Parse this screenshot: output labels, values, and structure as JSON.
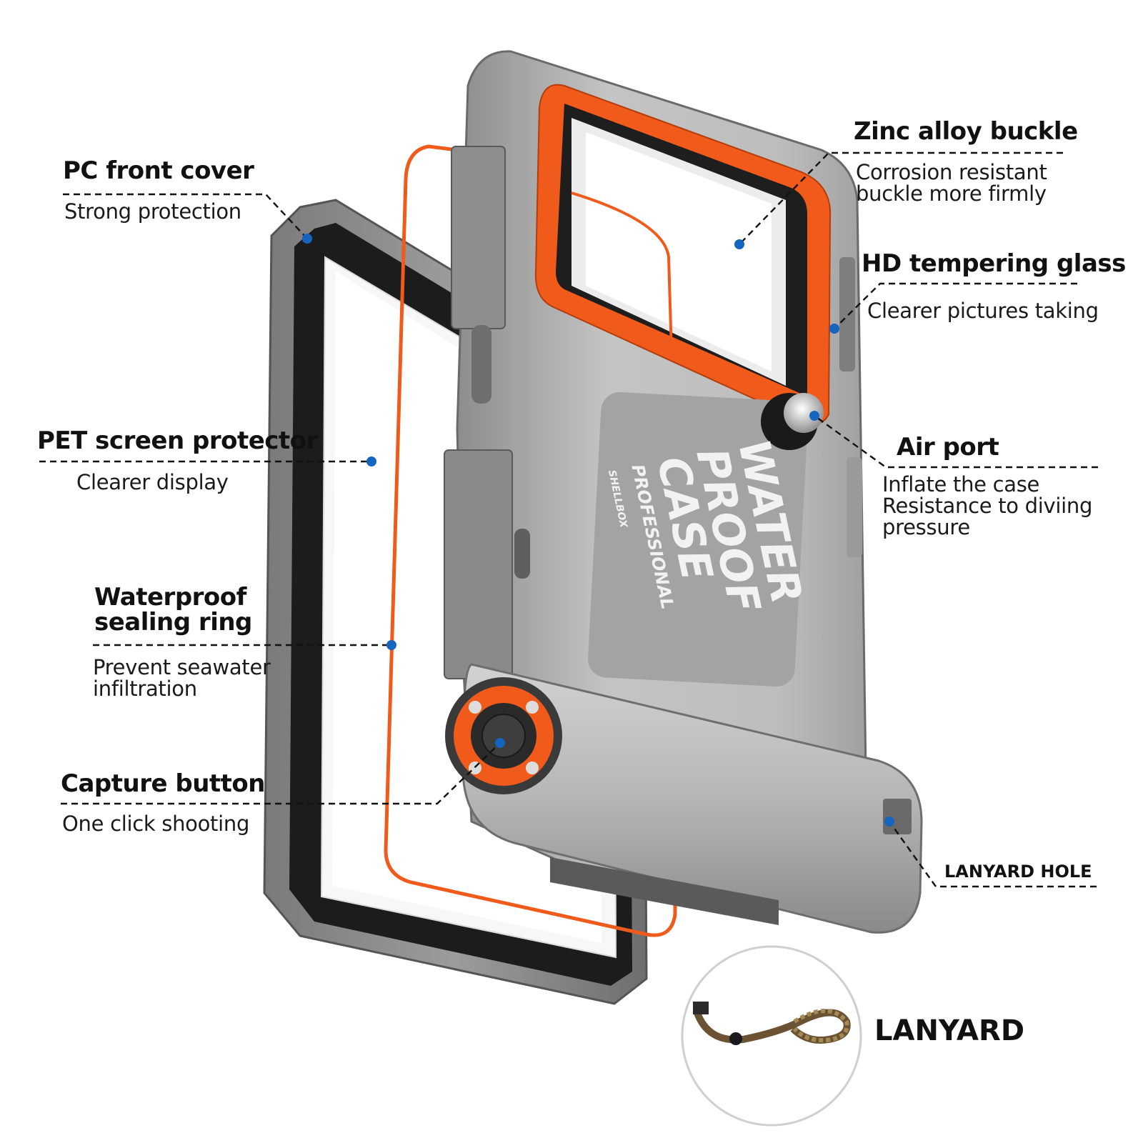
{
  "callouts": {
    "pc_front_cover": {
      "title": "PC front cover",
      "desc": "Strong protection"
    },
    "pet_screen_protector": {
      "title": "PET screen protector",
      "desc": "Clearer display"
    },
    "waterproof_sealing_ring": {
      "title_line1": "Waterproof",
      "title_line2": "sealing ring",
      "desc_line1": "Prevent seawater",
      "desc_line2": "infiltration"
    },
    "capture_button": {
      "title": "Capture button",
      "desc": "One click shooting"
    },
    "zinc_alloy_buckle": {
      "title": "Zinc alloy buckle",
      "desc_line1": "Corrosion resistant",
      "desc_line2": "buckle more firmly"
    },
    "hd_tempering_glass": {
      "title": "HD tempering glass",
      "desc": "Clearer pictures taking"
    },
    "air_port": {
      "title": "Air port",
      "desc_line1": "Inflate the case",
      "desc_line2": "Resistance to diviing",
      "desc_line3": "pressure"
    },
    "lanyard_hole": {
      "title": "LANYARD HOLE"
    }
  },
  "lanyard": {
    "label": "LANYARD"
  },
  "product_print": {
    "line1": "WATER",
    "line2": "PROOF",
    "line3": "CASE",
    "line4": "PROFESSIONAL",
    "brand": "SHELLBOX"
  },
  "colors": {
    "accent_orange": "#f05a1a",
    "dot_blue": "#1565c0",
    "body_grey": "#b9b9b9"
  }
}
